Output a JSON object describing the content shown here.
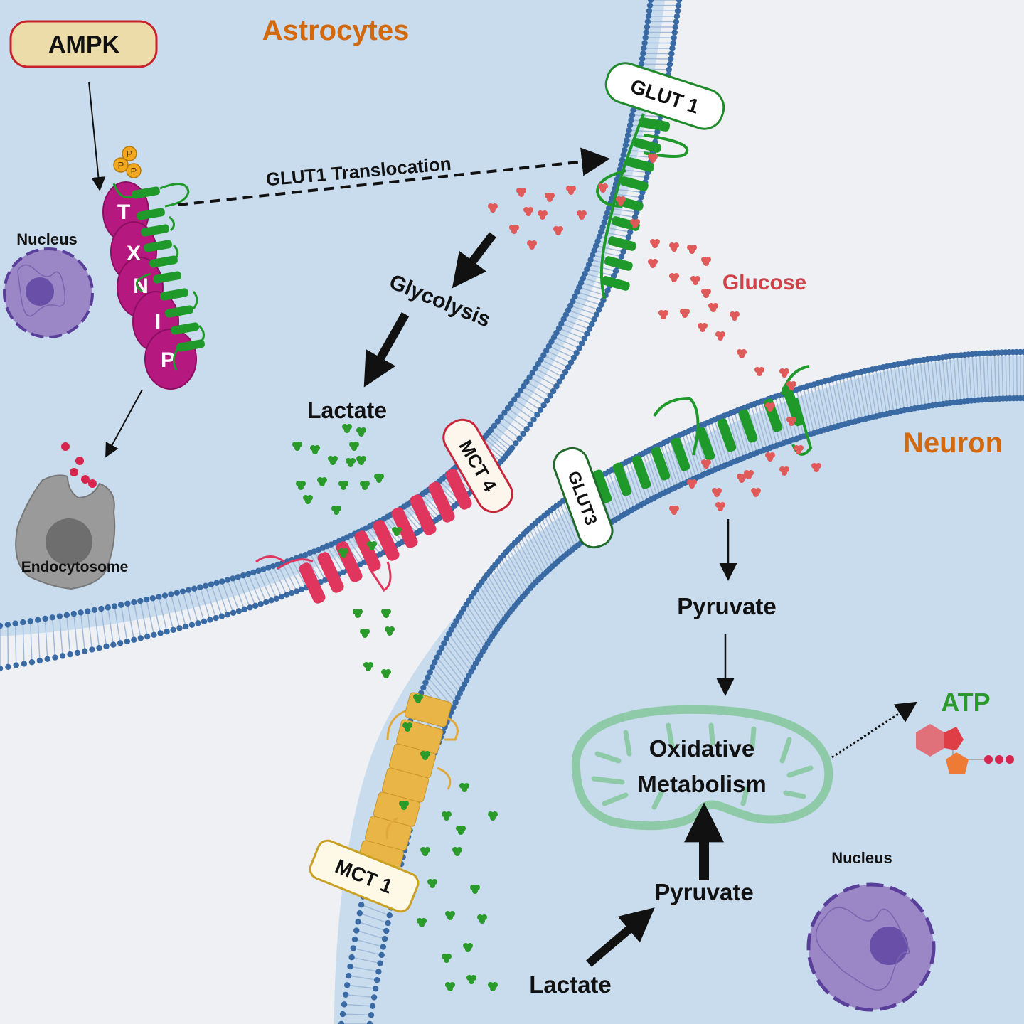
{
  "title_cells": {
    "astrocytes": "Astrocytes",
    "neuron": "Neuron"
  },
  "colors": {
    "cell_interior": "#c9dcee",
    "extracellular": "#eef0f3",
    "membrane_head": "#3a6aa3",
    "cell_label": "#d2690f",
    "glucose": "#e05a5a",
    "lactate": "#2a9a2a",
    "glut": "#1f9a2a",
    "mct4": "#e0365e",
    "mct1": "#e9b546",
    "txnip": "#b5187f",
    "phosphate": "#f2a81d",
    "mitochondrion": "#8fcaa8",
    "nucleus": "#9b86c6",
    "atp_label": "#2a9a2a"
  },
  "labels": {
    "ampk": "AMPK",
    "glut1_translocation": "GLUT1 Translocation",
    "glut1": "GLUT 1",
    "glut3": "GLUT3",
    "mct4": "MCT 4",
    "mct1": "MCT 1",
    "glucose": "Glucose",
    "glycolysis": "Glycolysis",
    "lactate_astro": "Lactate",
    "lactate_neuron": "Lactate",
    "pyruvate_top": "Pyruvate",
    "pyruvate_bottom": "Pyruvate",
    "oxidative_line1": "Oxidative",
    "oxidative_line2": "Metabolism",
    "atp": "ATP",
    "nucleus_astro": "Nucleus",
    "nucleus_neuron": "Nucleus",
    "endocytosome": "Endocytosome",
    "txnip_letters": [
      "T",
      "X",
      "N",
      "I",
      "P"
    ],
    "phosphate": "P"
  }
}
